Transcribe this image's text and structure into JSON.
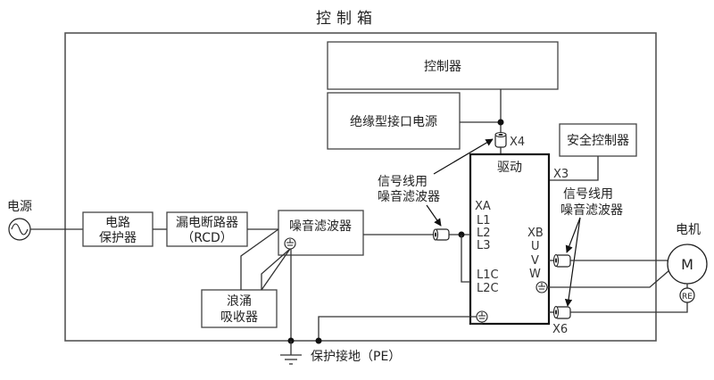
{
  "title": "控制箱",
  "power_source": {
    "label": "电源"
  },
  "blocks": {
    "controller": "控制器",
    "isolated_psu": "绝缘型接口电源",
    "safety_controller": "安全控制器",
    "circuit_protector_line1": "电路",
    "circuit_protector_line2": "保护器",
    "rcd_line1": "漏电断路器",
    "rcd_line2": "（RCD）",
    "noise_filter": "噪音滤波器",
    "surge_absorber_line1": "浪涌",
    "surge_absorber_line2": "吸收器",
    "driver": "驱动"
  },
  "driver_pins": {
    "xa": "XA",
    "l1": "L1",
    "l2": "L2",
    "l3": "L3",
    "l1c": "L1C",
    "l2c": "L2C",
    "xb": "XB",
    "u": "U",
    "v": "V",
    "w": "W"
  },
  "connectors": {
    "x3": "X3",
    "x4": "X4",
    "x6": "X6"
  },
  "signal_filter_left": {
    "line1": "信号线用",
    "line2": "噪音滤波器"
  },
  "signal_filter_right": {
    "line1": "信号线用",
    "line2": "噪音滤波器"
  },
  "motor": {
    "label": "电机",
    "symbol": "M",
    "encoder": "RE"
  },
  "ground": {
    "label": "保护接地（PE）"
  },
  "colors": {
    "line": "#333333",
    "driver_border": "#111111",
    "background": "#ffffff"
  }
}
